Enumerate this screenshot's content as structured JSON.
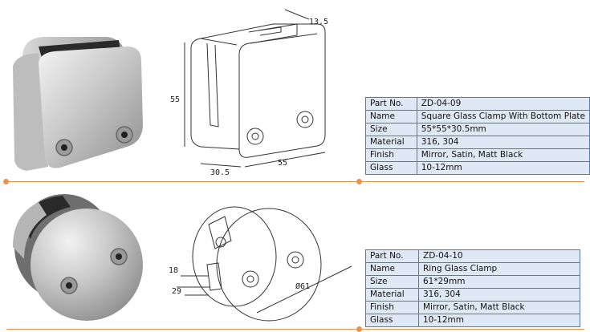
{
  "products": [
    {
      "drawing": {
        "depth": "13.5",
        "height": "55",
        "thickness": "30.5",
        "width": "55"
      },
      "specs": [
        {
          "label": "Part No.",
          "value": "ZD-04-09"
        },
        {
          "label": "Name",
          "value": "Square Glass Clamp With Bottom Plate"
        },
        {
          "label": "Size",
          "value": "55*55*30.5mm"
        },
        {
          "label": "Material",
          "value": "316, 304"
        },
        {
          "label": "Finish",
          "value": "Mirror, Satin, Matt Black"
        },
        {
          "label": "Glass",
          "value": "10-12mm"
        }
      ]
    },
    {
      "drawing": {
        "gap": "18",
        "thickness": "29",
        "diameter": "Ø61"
      },
      "specs": [
        {
          "label": "Part No.",
          "value": "ZD-04-10"
        },
        {
          "label": "Name",
          "value": "Ring Glass Clamp"
        },
        {
          "label": "Size",
          "value": "61*29mm"
        },
        {
          "label": "Material",
          "value": "316, 304"
        },
        {
          "label": "Finish",
          "value": "Mirror, Satin, Matt Black"
        },
        {
          "label": "Glass",
          "value": "10-12mm"
        }
      ]
    }
  ],
  "colors": {
    "separator": "#e8944a",
    "table_fill": "#dfe9f5",
    "table_border": "#5a7aa3"
  }
}
